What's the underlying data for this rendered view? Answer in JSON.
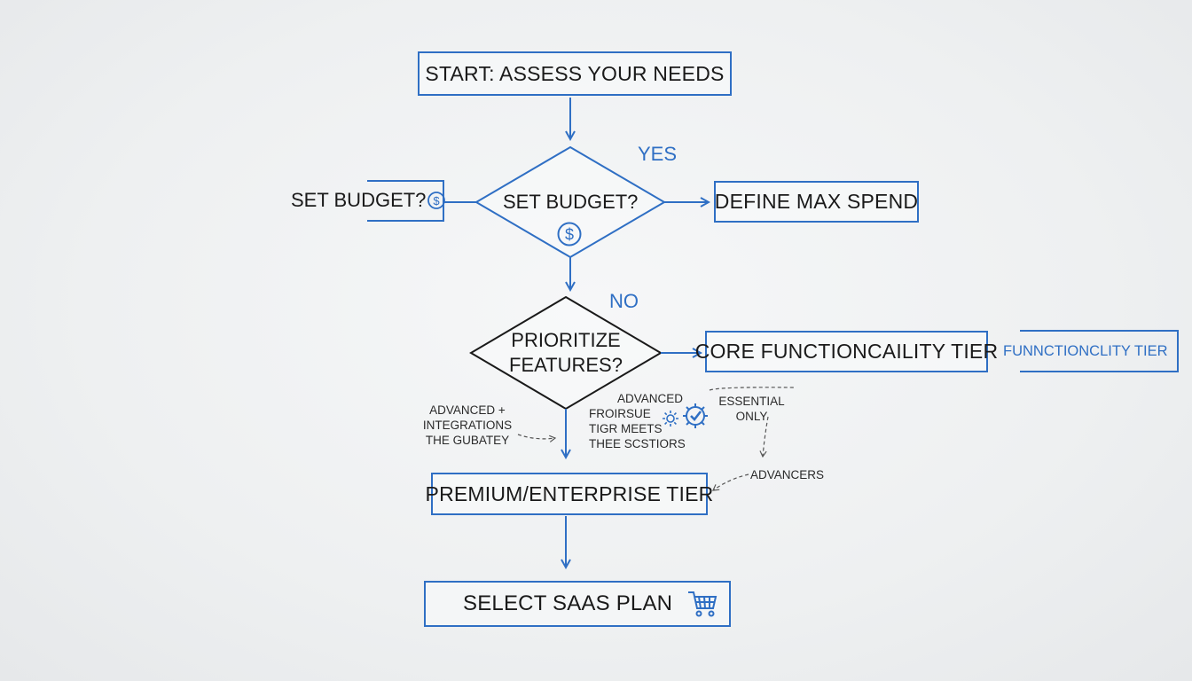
{
  "nodes": {
    "start": "START: ASSESS YOUR NEEDS",
    "side_budget": "SET BUDGET?",
    "budget_decision": "SET BUDGET?",
    "max_spend": "DEFINE MAX SPEND",
    "prioritize_line1": "PRIORITIZE",
    "prioritize_line2": "FEATURES?",
    "core_tier": "CORE FUNCTIONCAILITY TIER",
    "functionality_tier": "FUNNCTIONCLITY TIER",
    "premium_tier": "PREMIUM/ENTERPRISE TIER",
    "select_plan": "SELECT SAAS PLAN"
  },
  "edge_labels": {
    "yes": "YES",
    "no": "NO"
  },
  "notes": {
    "advanced_left": [
      "ADVANCED +",
      "INTEGRATIONS",
      "THE GUBATEY"
    ],
    "advanced_mid": [
      "ADVANCED",
      "FROIRSUE",
      "TIGR MEETS",
      "THEE SCSTIORS"
    ],
    "essential": [
      "ESSENTIAL",
      "ONLY"
    ],
    "advancers": "ADVANCERS"
  },
  "icons": {
    "dollar": "dollar-icon",
    "gear": "gear-icon",
    "check_gear": "check-gear-icon",
    "cart": "shopping-cart-icon"
  },
  "colors": {
    "accent": "#2f6fc4",
    "ink": "#1a1a1a",
    "background": "#eef0f1"
  }
}
